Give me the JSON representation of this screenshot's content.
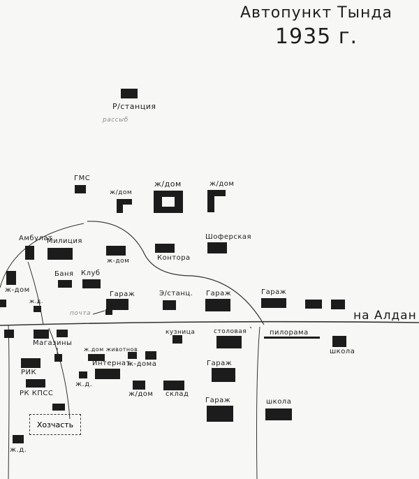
{
  "title": {
    "line1": "Автопункт Тында",
    "line2": "1935 г."
  },
  "road_label": "на Алдан",
  "labels": {
    "r_station": "Р/станция",
    "r_station_note": "рассыб",
    "gms": "ГМС",
    "zh_dom": "ж/дом",
    "ambulat": "Амбулат",
    "militsiya": "Милиция",
    "zh_dom_short": "ж-дом",
    "kontora": "Контора",
    "shofer": "Шоферская",
    "banya": "Баня",
    "klub": "Клуб",
    "garazh": "Гараж",
    "e_stants": "Э/станц.",
    "pochta": "почта",
    "zh_d": "ж.д.",
    "magaziny": "Магазины",
    "kuznitsa": "кузница",
    "stolovaya": "столовая",
    "pilorama": "пилорама",
    "shkola": "школа",
    "zh_dom_zhivotnov": "ж.дом животнов",
    "internat": "Интернат",
    "zh_doma": "ж-дома",
    "rik": "РИК",
    "zhd": "ж.д.",
    "sklad": "склад",
    "rk_kpss": "РК КПСС",
    "khozchast": "Хозчасть",
    "zh_d_bottom": "ж.д."
  },
  "colors": {
    "ink": "#1c1c1c",
    "paper": "#f7f7f5",
    "pencil": "#444444"
  }
}
